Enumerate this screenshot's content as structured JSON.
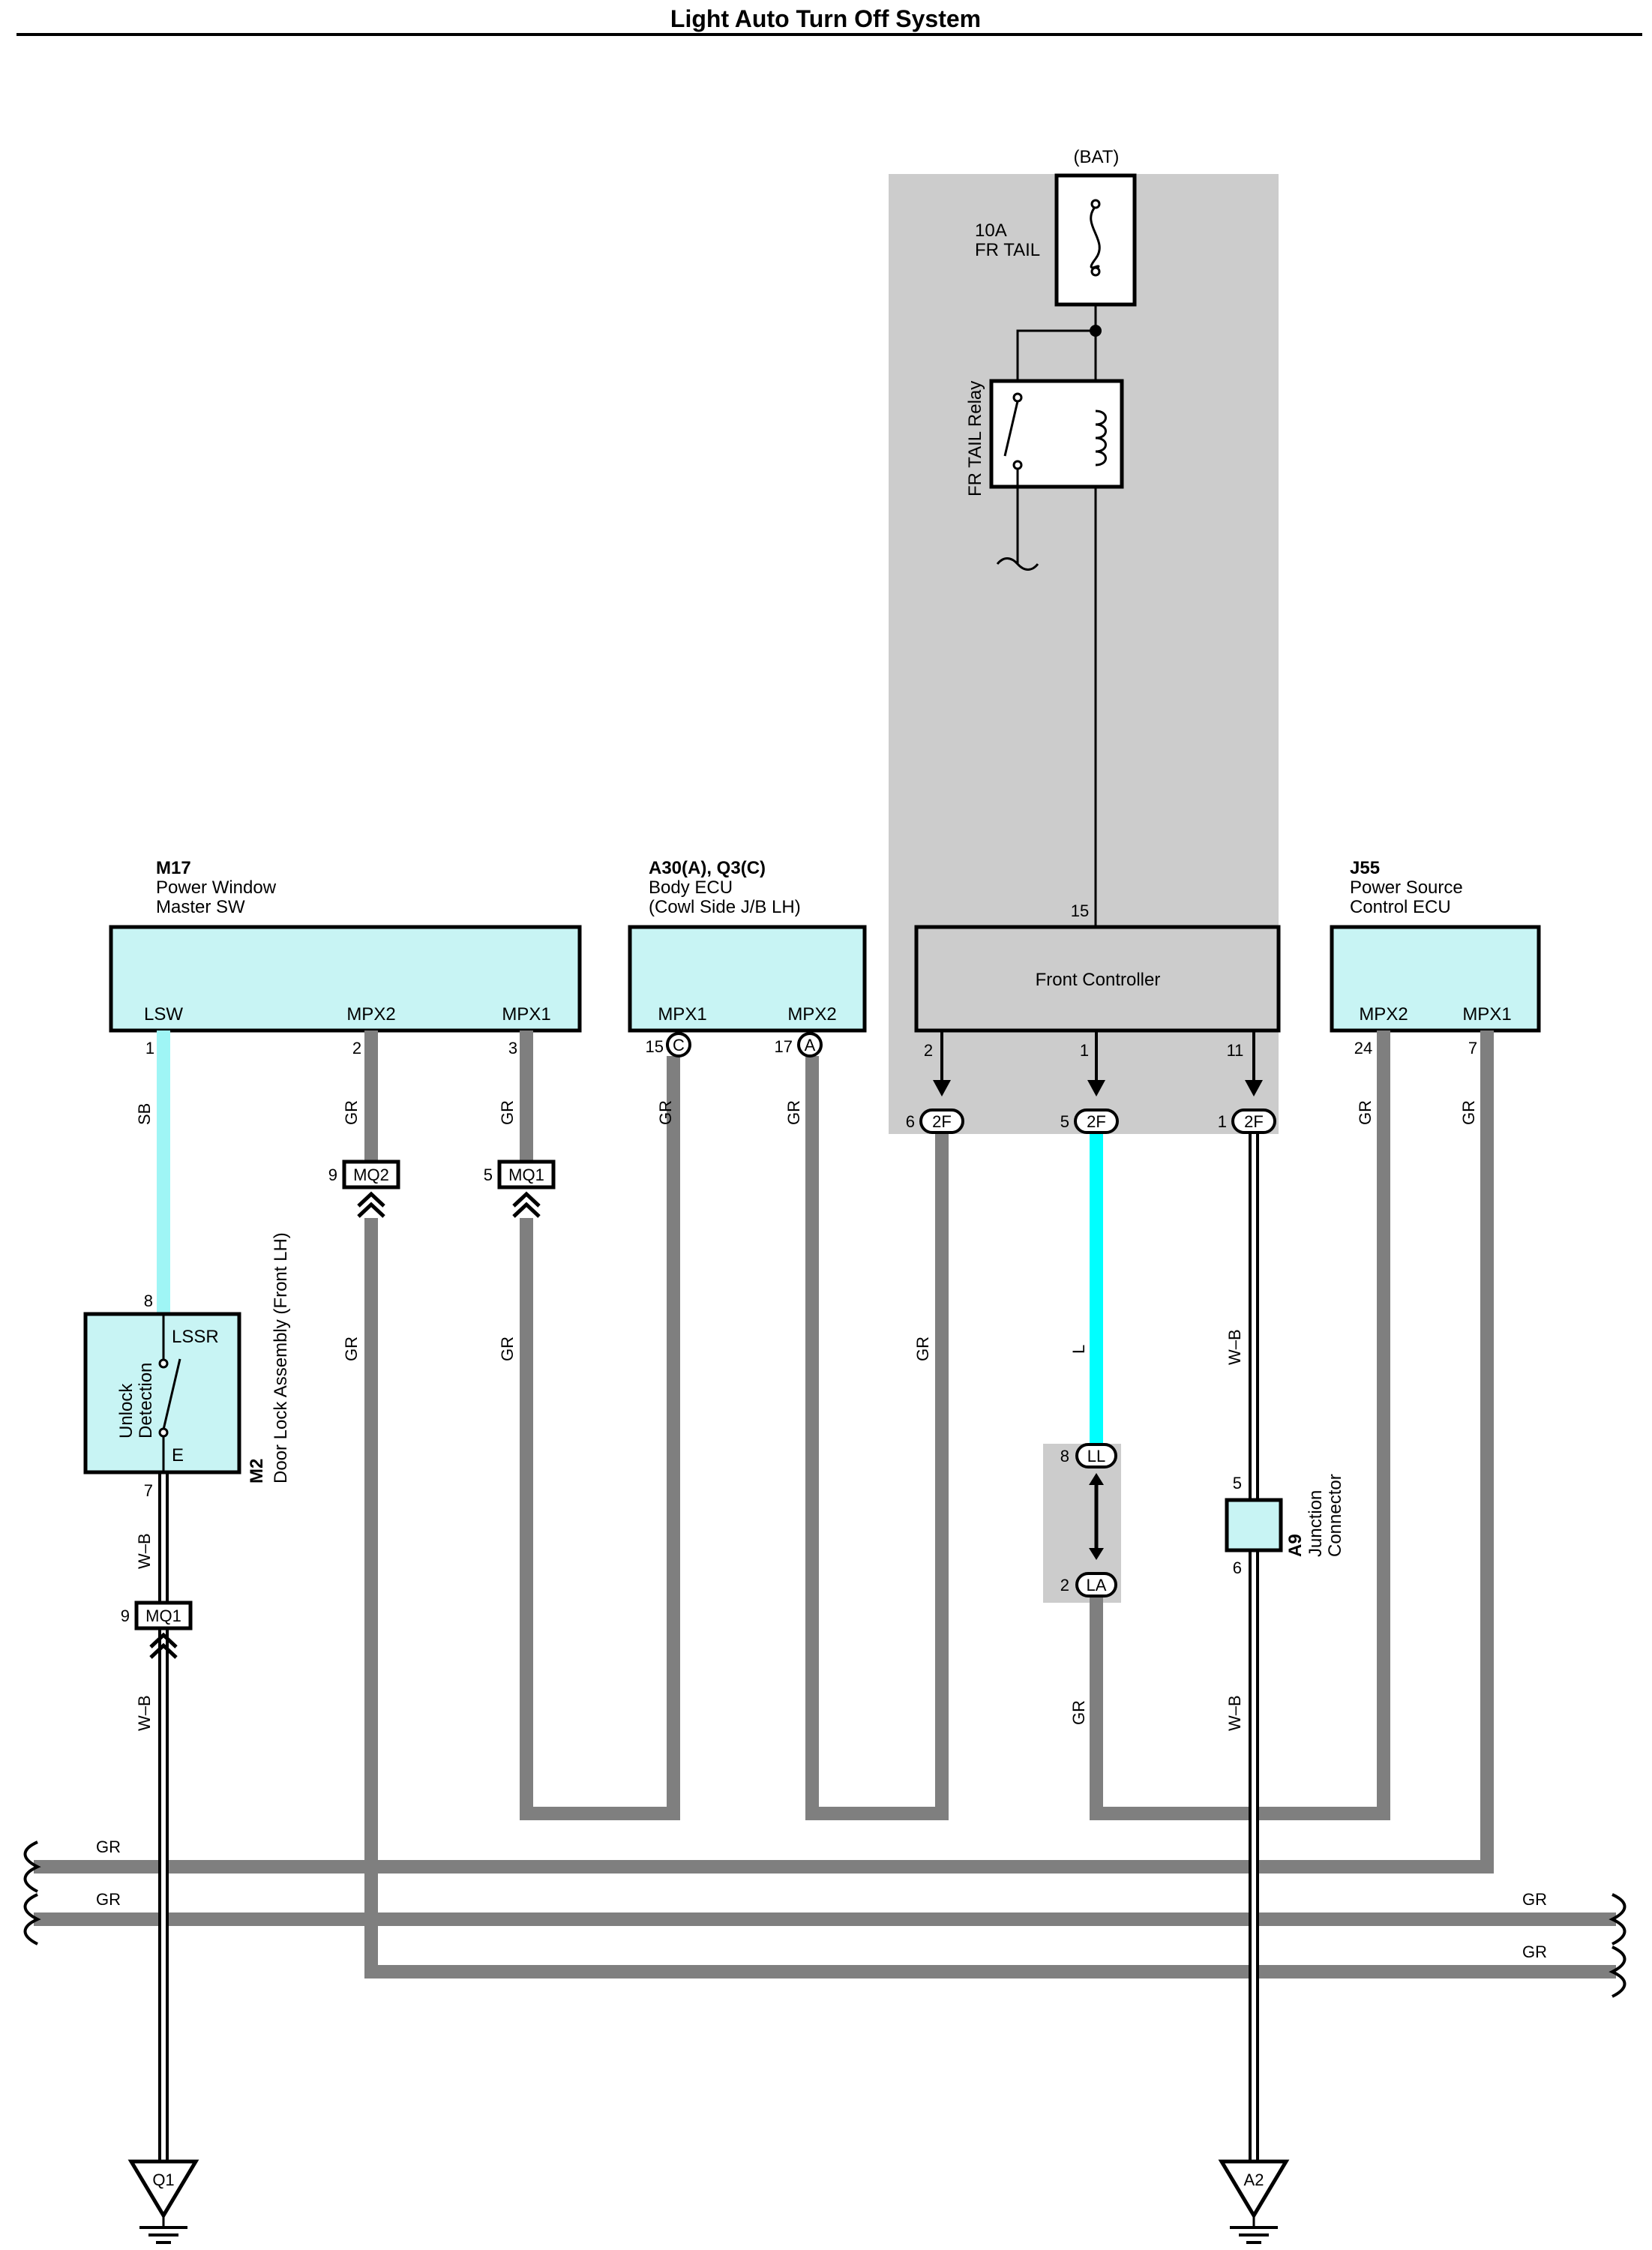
{
  "title": "Light Auto Turn Off System",
  "colors": {
    "gr_wire": "#7f7f7f",
    "sb_wire": "#9ff5f5",
    "l_wire": "#00ffff",
    "component_fill": "#c8f4f4",
    "shade": "#cccccc"
  },
  "power": {
    "source": "(BAT)",
    "fuse_rating": "10A",
    "fuse_name": "FR TAIL",
    "relay": "FR TAIL Relay"
  },
  "components": {
    "m17": {
      "code": "M17",
      "name1": "Power Window",
      "name2": "Master SW",
      "pins": [
        "LSW",
        "MPX2",
        "MPX1"
      ],
      "pin_nums": [
        "1",
        "2",
        "3"
      ]
    },
    "a30": {
      "code": "A30(A), Q3(C)",
      "name1": "Body ECU",
      "name2": "(Cowl Side J/B LH)",
      "pins": [
        "MPX1",
        "MPX2"
      ],
      "pin_nums": [
        "15",
        "17"
      ],
      "conn": [
        "C",
        "A"
      ]
    },
    "front": {
      "name": "Front Controller",
      "pin_top": "15",
      "pin_nums": [
        "2",
        "1",
        "11"
      ],
      "conn_nums": [
        "6",
        "5",
        "1"
      ],
      "conn": "2F"
    },
    "j55": {
      "code": "J55",
      "name1": "Power Source",
      "name2": "Control ECU",
      "pins": [
        "MPX2",
        "MPX1"
      ],
      "pin_nums": [
        "24",
        "7"
      ]
    },
    "m2": {
      "code": "M2",
      "name": "Door Lock Assembly (Front LH)",
      "detect1": "Unlock",
      "detect2": "Detection",
      "pin_lssr": "LSSR",
      "pin_e": "E",
      "num_top": "8",
      "num_bot": "7"
    },
    "a9": {
      "code": "A9",
      "name1": "Junction",
      "name2": "Connector",
      "num_top": "5",
      "num_bot": "6"
    }
  },
  "connectors": {
    "mq2": {
      "label": "MQ2",
      "num": "9"
    },
    "mq1": {
      "label": "MQ1",
      "num": "5"
    },
    "mq1b": {
      "label": "MQ1",
      "num": "9"
    },
    "ll": {
      "label": "LL",
      "num": "8"
    },
    "la": {
      "label": "LA",
      "num": "2"
    }
  },
  "wires": {
    "sb": "SB",
    "gr": "GR",
    "l": "L",
    "wb": "W–B"
  },
  "grounds": [
    "Q1",
    "A2"
  ]
}
